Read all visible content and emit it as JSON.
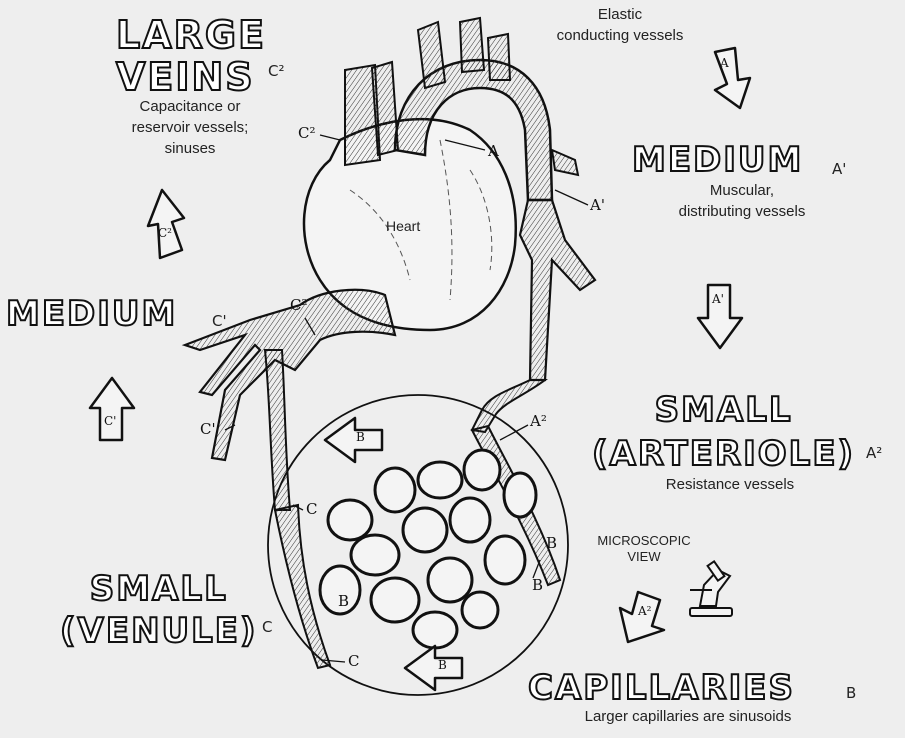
{
  "headings": {
    "large_veins": {
      "title": "LARGE\nVEINS",
      "sub": "C²",
      "desc": "Capacitance or\nreservoir vessels;\nsinuses"
    },
    "elastic": {
      "desc": "Elastic\nconducting vessels"
    },
    "medium_artery": {
      "title": "MEDIUM",
      "sub": "A'",
      "desc": "Muscular,\ndistributing vessels"
    },
    "medium_vein": {
      "title": "MEDIUM",
      "sub": "C'"
    },
    "small_arteriole": {
      "title": "SMALL\n(ARTERIOLE)",
      "sub": "A²",
      "desc": "Resistance vessels"
    },
    "small_venule": {
      "title": "SMALL\n(VENULE)",
      "sub": "C"
    },
    "capillaries": {
      "title": "CAPILLARIES",
      "sub": "B",
      "desc": "Larger capillaries are sinusoids"
    },
    "microscopic": {
      "desc": "MICROSCOPIC\nVIEW"
    }
  },
  "labels": {
    "heart": "Heart",
    "a": "A",
    "a_prime": "A'",
    "a2": "A²",
    "b1": "B",
    "b2": "B",
    "b3": "B",
    "c2_top": "C²",
    "c2_mid": "C²",
    "c_prime": "C'",
    "c_upper": "C",
    "c_lower": "C"
  },
  "arrows": {
    "a": "A",
    "a_prime": "A'",
    "a2": "A²",
    "b_top": "B",
    "b_bottom": "B",
    "c_prime": "C'",
    "c2": "C²"
  }
}
